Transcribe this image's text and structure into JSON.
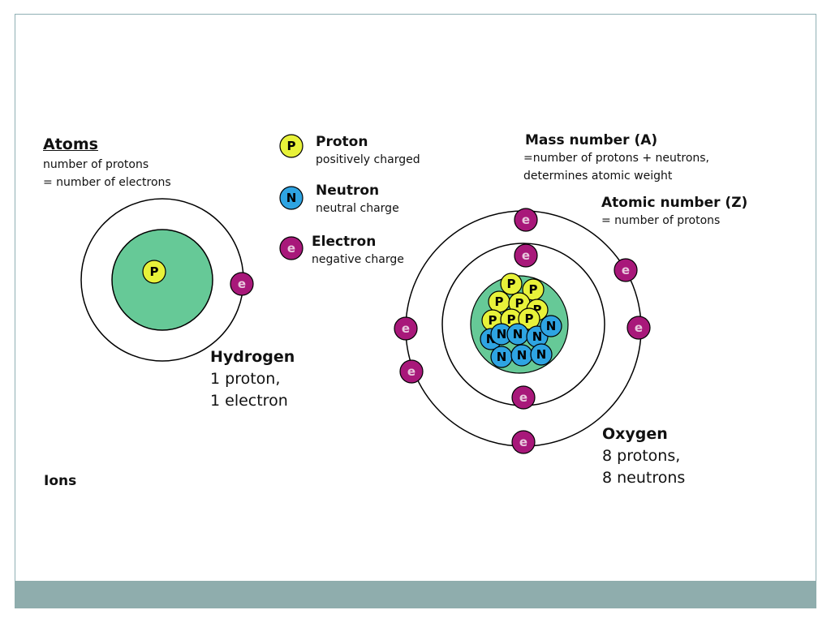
{
  "atoms": {
    "heading": "Atoms",
    "line1": "number of protons",
    "line2": "= number of electrons"
  },
  "legend": {
    "proton": {
      "symbol": "P",
      "title": "Proton",
      "desc": "positively charged",
      "color": "#e8f23a"
    },
    "neutron": {
      "symbol": "N",
      "title": "Neutron",
      "desc": "neutral charge",
      "color": "#2ea4e2"
    },
    "electron": {
      "symbol": "e",
      "title": "Electron",
      "desc": "negative charge",
      "color": "#a8187a"
    }
  },
  "mass_number": {
    "title": "Mass number (A)",
    "line1": "=number of protons + neutrons,",
    "line2": "determines atomic weight"
  },
  "atomic_number": {
    "title": "Atomic number (Z)",
    "line1": "= number of protons"
  },
  "hydrogen": {
    "name": "Hydrogen",
    "line1": "1 proton,",
    "line2": "1 electron",
    "protons": 1,
    "electrons": 1
  },
  "oxygen": {
    "name": "Oxygen",
    "line1": "8 protons,",
    "line2": "8 neutrons",
    "protons": 8,
    "neutrons": 8,
    "electrons": 8
  },
  "ions": {
    "heading": "Ions"
  },
  "colors": {
    "nucleus_green": "#66c997",
    "footer_bar": "#8fadad",
    "slide_border": "#8fb0b4"
  }
}
